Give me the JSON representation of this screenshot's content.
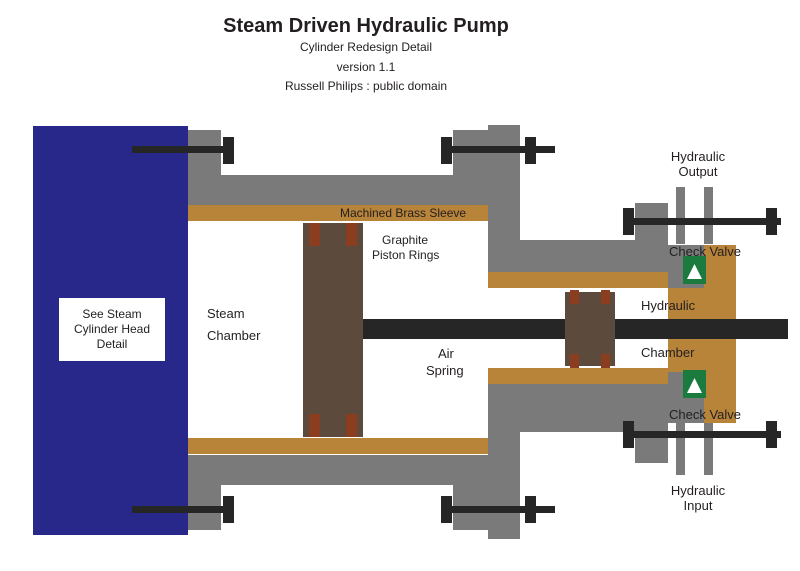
{
  "header": {
    "title": "Steam Driven Hydraulic Pump",
    "subtitle": "Cylinder Redesign Detail",
    "version": "version 1.1",
    "credit": "Russell Philips : public domain"
  },
  "labels": {
    "steam_head_note": [
      "See Steam",
      "Cylinder Head",
      "Detail"
    ],
    "steam": "Steam",
    "chamber": "Chamber",
    "brass_sleeve": "Machined Brass Sleeve",
    "graphite": "Graphite",
    "piston_rings": "Piston Rings",
    "air": "Air",
    "spring": "Spring",
    "hydraulic": "Hydraulic",
    "hydraulic_chamber": "Chamber",
    "check_valve_top": "Check Valve",
    "check_valve_bottom": "Check Valve",
    "output_line1": "Hydraulic",
    "output_line2": "Output",
    "input_line1": "Hydraulic",
    "input_line2": "Input"
  },
  "colors": {
    "steam_head": "#27288a",
    "steel": "#7a7a7a",
    "brass": "#b8843a",
    "piston": "#5c4b3c",
    "ring": "#8b3d20",
    "rod": "#262626",
    "valve": "#1b7a3e"
  }
}
